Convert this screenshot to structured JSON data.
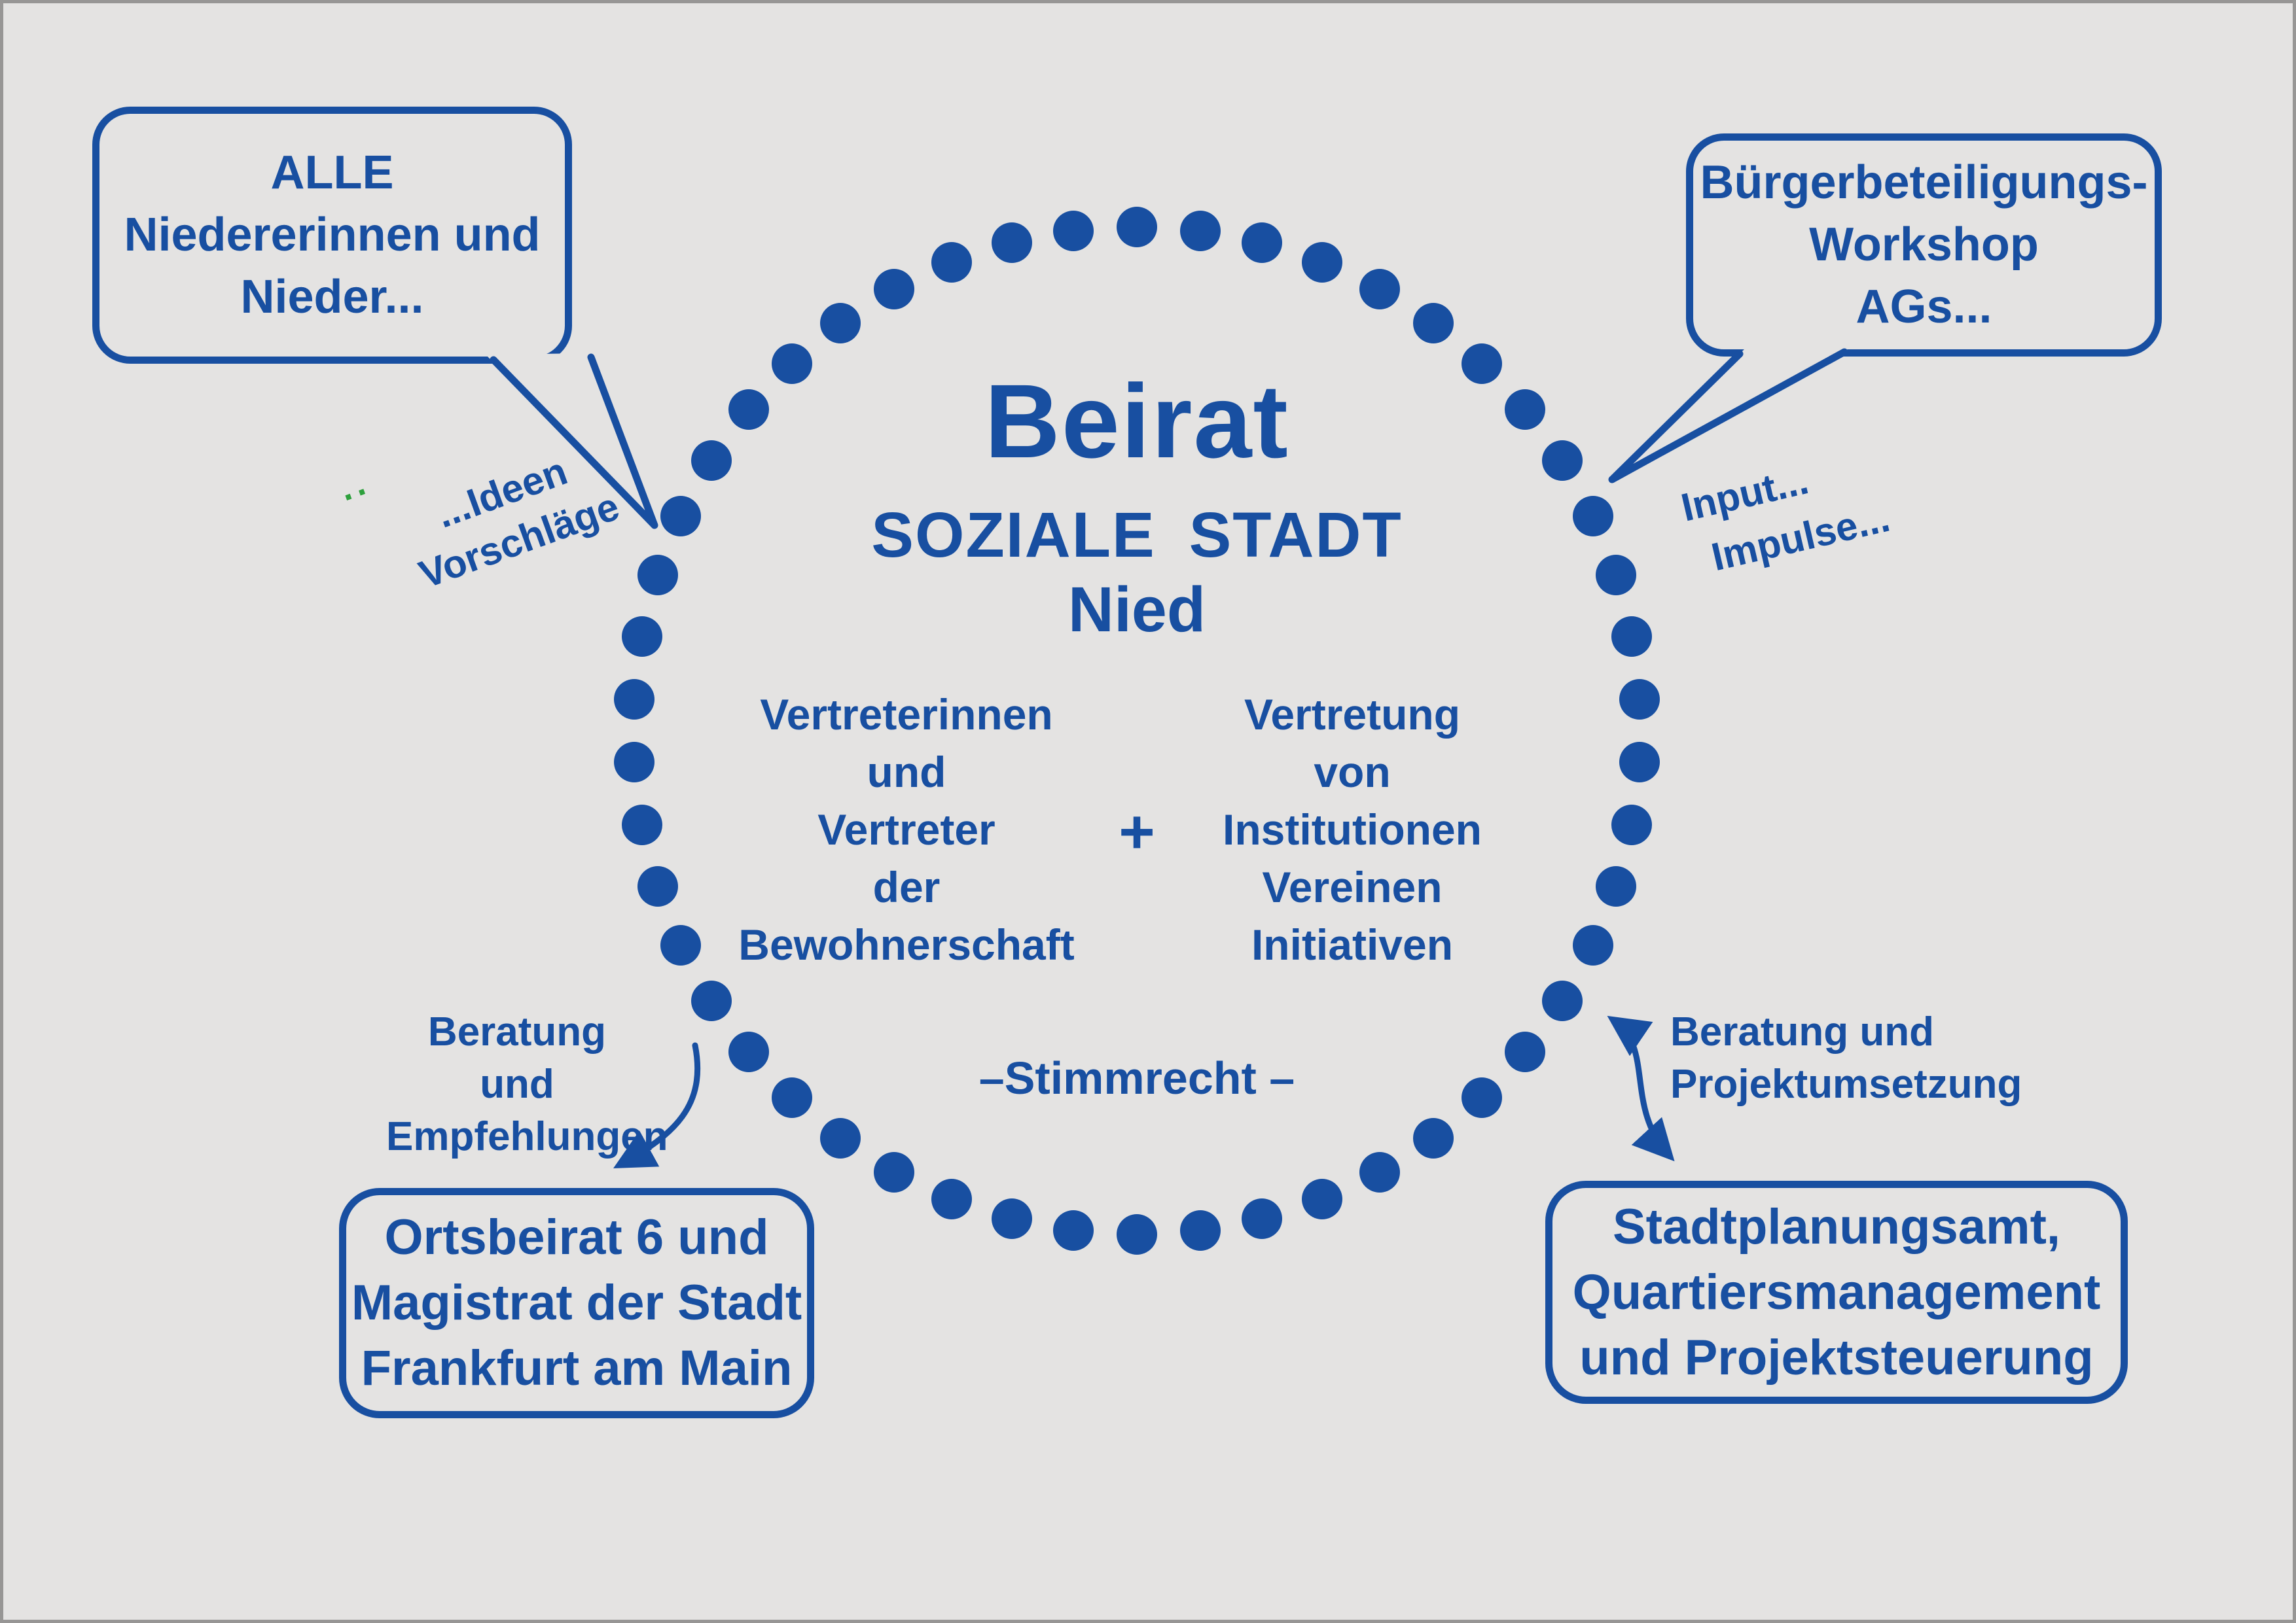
{
  "colors": {
    "accent": "#184fa1",
    "background": "#e4e3e2",
    "green": "#2da03c"
  },
  "circle": {
    "title": "Beirat",
    "subtitle": "SOZIALE STADT",
    "subtitle2": "Nied",
    "left_column": {
      "lines": [
        "Vertreterinnen",
        "und",
        "Vertreter",
        "der",
        "Bewohnerschaft"
      ]
    },
    "plus": "+",
    "right_column": {
      "lines": [
        "Vertretung",
        "von",
        "Institutionen",
        "Vereinen",
        "Initiativen"
      ]
    },
    "voting": "–Stimmrecht –"
  },
  "bubble_top_left": {
    "lines": [
      "ALLE",
      "Niedererinnen und",
      "Nieder..."
    ]
  },
  "bubble_top_right": {
    "lines": [
      "Bürgerbeteiligungs-",
      "Workshop",
      "AGs..."
    ]
  },
  "box_bottom_left": {
    "lines": [
      "Ortsbeirat 6 und",
      "Magistrat der Stadt",
      "Frankfurt am Main"
    ]
  },
  "box_bottom_right": {
    "lines": [
      "Stadtplanungsamt,",
      "Quartiersmanagement",
      "und Projektsteuerung"
    ]
  },
  "label_ideen": {
    "dots": "··",
    "lines": [
      "...Ideen",
      "Vorschläge"
    ]
  },
  "label_input": {
    "lines": [
      "Input...",
      "Impulse..."
    ]
  },
  "label_beratung_left": {
    "lines": [
      "Beratung und",
      "Empfehlungen"
    ]
  },
  "label_beratung_right": {
    "lines": [
      "Beratung und",
      "Projektumsetzung"
    ]
  }
}
